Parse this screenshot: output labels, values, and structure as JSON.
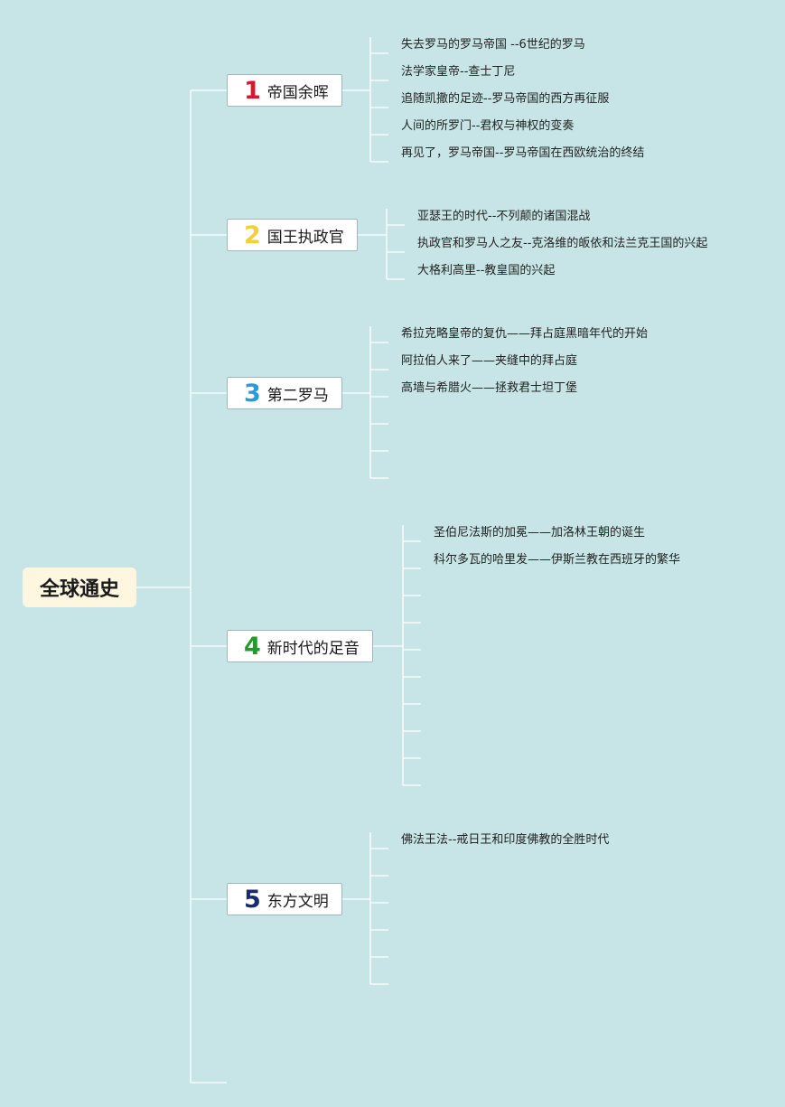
{
  "root": {
    "title": "全球通史"
  },
  "branches": [
    {
      "number": "1",
      "color": "#d7172f",
      "label": "帝国余晖",
      "leaves": [
        "失去罗马的罗马帝国 --6世纪的罗马",
        "法学家皇帝--查士丁尼",
        "追随凯撒的足迹--罗马帝国的西方再征服",
        "人间的所罗门--君权与神权的变奏",
        "再见了，罗马帝国--罗马帝国在西欧统治的终结"
      ]
    },
    {
      "number": "2",
      "color": "#f2d03b",
      "label": "国王执政官",
      "leaves": [
        "亚瑟王的时代--不列颠的诸国混战",
        "执政官和罗马人之友--克洛维的皈依和法兰克王国的兴起",
        "大格利高里--教皇国的兴起"
      ]
    },
    {
      "number": "3",
      "color": "#2a9bd8",
      "label": "第二罗马",
      "leaves": [
        "希拉克略皇帝的复仇——拜占庭黑暗年代的开始",
        "阿拉伯人来了——夹缝中的拜占庭",
        "高墙与希腊火——拯救君士坦丁堡",
        "",
        "",
        ""
      ]
    },
    {
      "number": "4",
      "color": "#1f9a2f",
      "label": "新时代的足音",
      "leaves": [
        "圣伯尼法斯的加冕——加洛林王朝的诞生",
        "科尔多瓦的哈里发——伊斯兰教在西班牙的繁华",
        "",
        "",
        "",
        "",
        "",
        "",
        "",
        ""
      ]
    },
    {
      "number": "5",
      "color": "#1a2a6e",
      "label": "东方文明",
      "leaves": [
        "佛法王法--戒日王和印度佛教的全胜时代",
        "",
        "",
        "",
        "",
        ""
      ]
    }
  ]
}
